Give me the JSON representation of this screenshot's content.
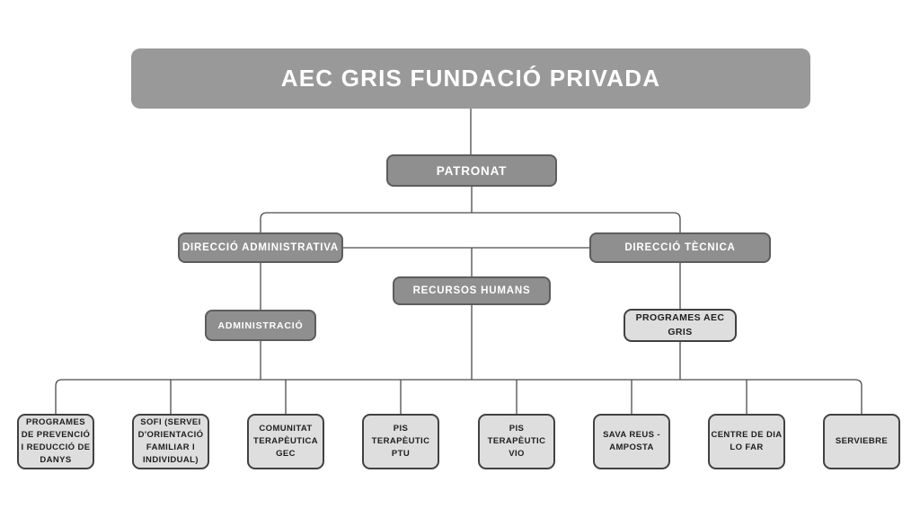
{
  "org": {
    "root": "AEC GRIS FUNDACIÓ PRIVADA",
    "patronat": "PATRONAT",
    "direccio_administrativa": "DIRECCIÓ ADMINISTRATIVA",
    "direccio_tecnica": "DIRECCIÓ TÈCNICA",
    "recursos_humans": "RECURSOS HUMANS",
    "administracio": "ADMINISTRACIÓ",
    "programes_aec_gris": "PROGRAMES AEC GRIS",
    "serveis": [
      "PROGRAMES\nDE PREVENCIÓ\nI REDUCCIÓ DE\nDANYS",
      "SOFI (SERVEI\nD'ORIENTACIÓ\nFAMILIAR I\nINDIVIDUAL)",
      "COMUNITAT\nTERAPÈUTICA\nGEC",
      "PIS\nTERAPÈUTIC\nPTU",
      "PIS\nTERAPÈUTIC\nVIO",
      "SAVA REUS -\nAMPOSTA",
      "CENTRE DE DIA\nLO FAR",
      "SERVIEBRE"
    ]
  },
  "colors": {
    "background": "#ffffff",
    "banner_fill": "#999999",
    "dark_node_fill": "#8f8f8f",
    "dark_node_border": "#5d5d5d",
    "light_node_fill": "#dedede",
    "light_node_border": "#414141",
    "node_text_dark": "#1e1e1e",
    "node_text_light": "#ffffff",
    "connector_line": "#4a4a4a"
  }
}
